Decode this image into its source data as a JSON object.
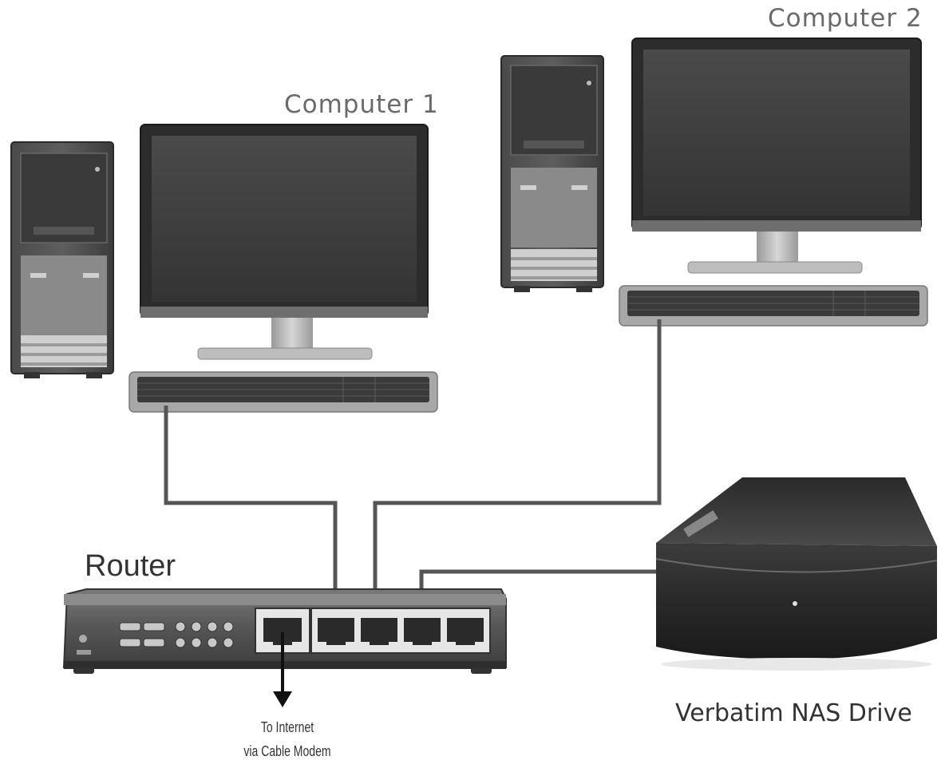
{
  "labels": {
    "computer1": "Computer 1",
    "computer2": "Computer 2",
    "router": "Router",
    "nas": "Verbatim NAS Drive",
    "internet_line1": "To Internet",
    "internet_line2": "via Cable Modem"
  },
  "colors": {
    "cable": "#555555",
    "device_dark": "#2e2e2e",
    "device_mid": "#6b6b6b",
    "device_light": "#c8c8c8",
    "screen": "#3a3a3a",
    "arrow": "#111111"
  }
}
